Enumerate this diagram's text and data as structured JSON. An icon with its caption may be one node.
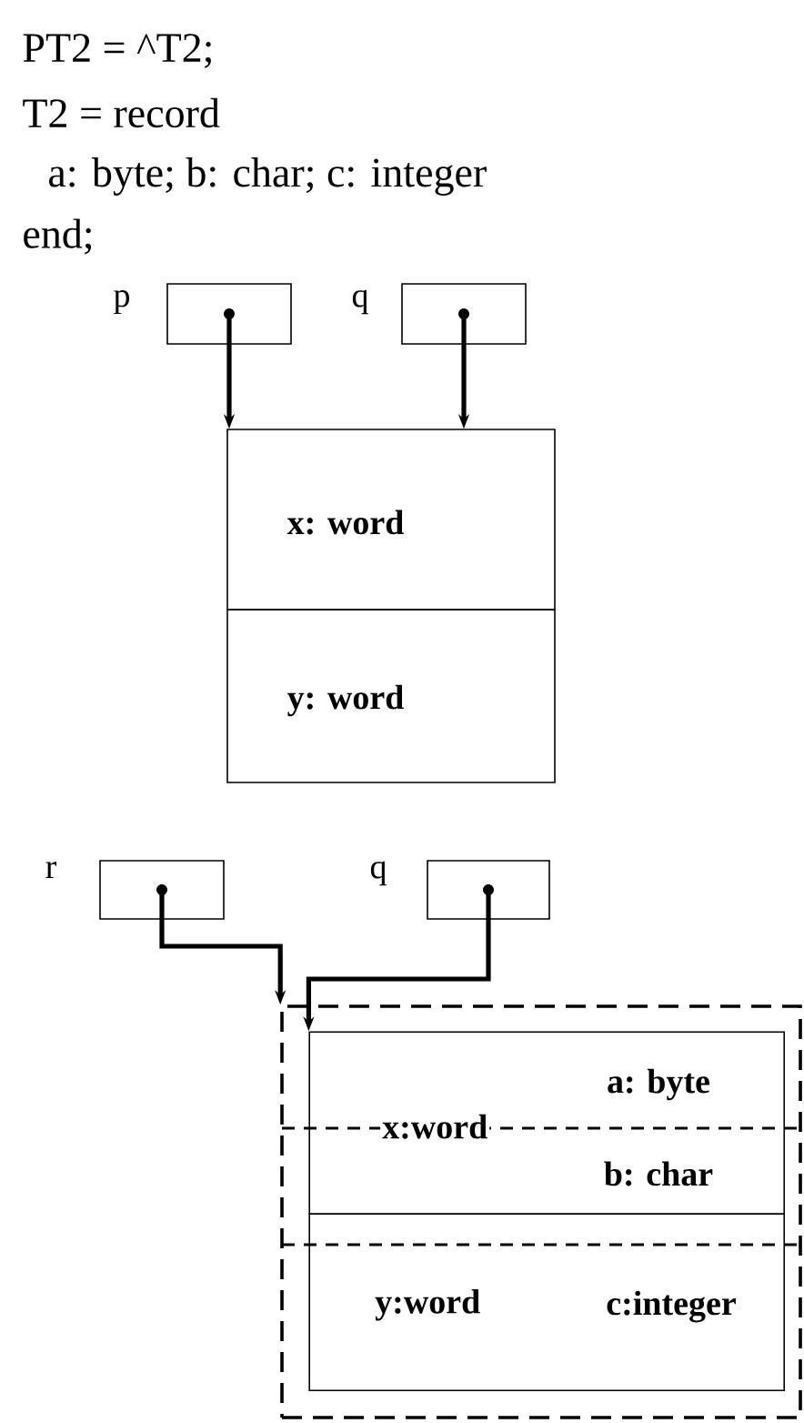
{
  "diagram": {
    "nodes": [
      {
        "text": [],
        "shape": "box",
        "beside": [
          "p"
        ]
      },
      {
        "text": [],
        "shape": "box",
        "beside": [
          "q"
        ]
      },
      {
        "text": [
          "x: word"
        ]
      },
      {
        "text": [
          "y: word"
        ]
      },
      {
        "text": [],
        "shape": "box",
        "beside": [
          "r"
        ]
      },
      {
        "text": [],
        "shape": "box",
        "beside": [
          "q"
        ]
      },
      {
        "text": [],
        "shape": "box"
      },
      {
        "text": [
          "x:word"
        ],
        "in": 6
      },
      {
        "text": [
          "y:word"
        ],
        "in": 6
      }
    ],
    "edges": [
      {
        "from": 0,
        "to": 2,
        "arrow": "to"
      },
      {
        "from": 1,
        "to": 2,
        "arrow": "to"
      },
      {
        "from": 4,
        "to": 6,
        "arrow": "to"
      },
      {
        "from": 5,
        "to": 7,
        "arrow": "to"
      }
    ],
    "labels": [
      "PT2 = ^T2;",
      "T2 = record",
      "a: byte; b: char;  c: integer",
      "end;",
      "a: byte",
      "b: char",
      "c:integer"
    ]
  }
}
